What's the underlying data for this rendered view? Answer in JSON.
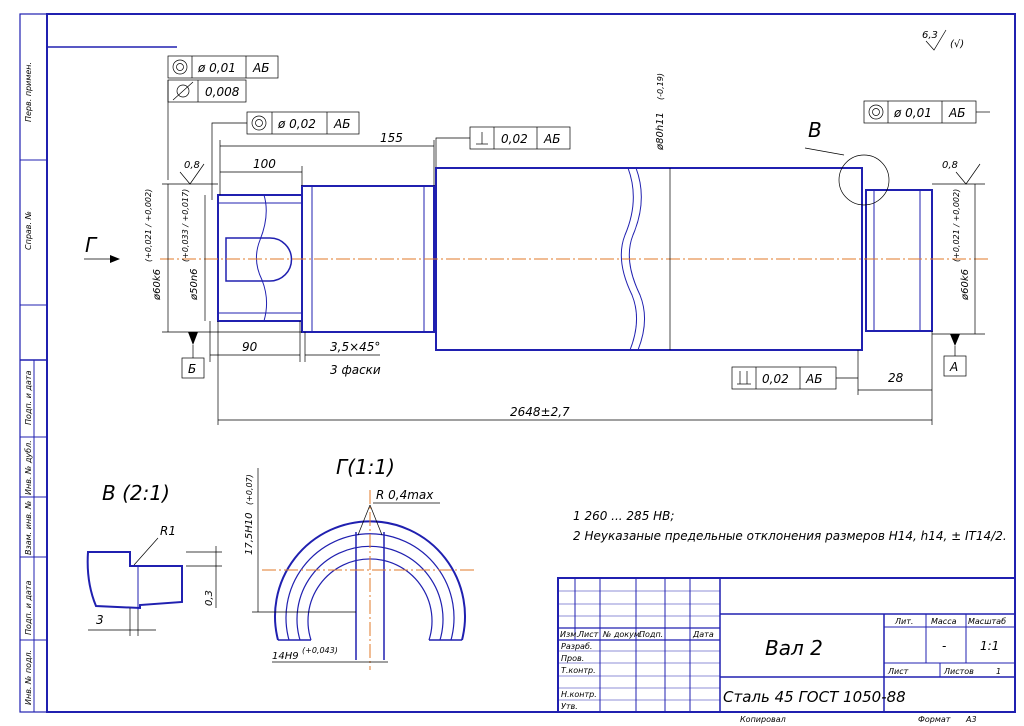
{
  "side_stamps": [
    "Перв. примен.",
    "Справ. №",
    "Подп. и дата",
    "Инв. № дубл.",
    "Взам. инв. №",
    "Подп. и дата",
    "Инв. № подл."
  ],
  "roughness": {
    "value": "6,3",
    "suffix": "(√)"
  },
  "tolerances": {
    "runout_left": {
      "value": "ø 0,01",
      "base": "АБ"
    },
    "cylindricity_left": {
      "value": "0,008"
    },
    "runout_mid": {
      "value": "ø 0,02",
      "base": "АБ"
    },
    "perp_top": {
      "value": "0,02",
      "base": "АБ"
    },
    "runout_right": {
      "value": "ø 0,01",
      "base": "АБ"
    },
    "parallel_bottom": {
      "value": "0,02",
      "base": "АБ"
    }
  },
  "dims": {
    "d155": "155",
    "d100": "100",
    "d90": "90",
    "chamfer": "3,5×45°",
    "chamfer_note": "3 фаски",
    "d28": "28",
    "overall": "2648±2,7",
    "dia_left": "ø60k6",
    "dia_left_tol": "(+0,021 / +0,002)",
    "dia_key": "ø50n6",
    "dia_key_tol": "(+0,033 / +0,017)",
    "dia_mid": "ø80h11",
    "dia_mid_tol": "(-0,19)",
    "dia_right": "ø60k6",
    "dia_right_tol": "(+0,021 / +0,002)",
    "rough_left": "0,8",
    "rough_right": "0,8"
  },
  "datums": {
    "left": "Б",
    "right": "А"
  },
  "views": {
    "arrow_g": "Г",
    "view_v_label": "В",
    "detail_v_title": "В (2:1)",
    "detail_v_r": "R1",
    "detail_v_3": "3",
    "detail_v_03": "0,3",
    "section_title": "Г(1:1)",
    "section_r": "R 0,4max",
    "section_h": "17,5H10",
    "section_h_tol": "(+0,07)",
    "section_w": "14H9",
    "section_w_tol": "(+0,043)"
  },
  "notes": [
    "1 260 ... 285 HB;",
    "2 Неуказаные предельные отклонения размеров H14, h14, ± IT14/2."
  ],
  "title_block": {
    "name": "Вал 2",
    "material": "Сталь 45 ГОСТ 1050-88",
    "lit": "Лит.",
    "massa": "Масса",
    "masshtab": "Масштаб",
    "massa_val": "-",
    "scale_val": "1:1",
    "list": "Лист",
    "listov": "Листов",
    "listov_val": "1",
    "cols": [
      "Изм.",
      "Лист",
      "№ докум.",
      "Подп.",
      "Дата"
    ],
    "rows": [
      "Разраб.",
      "Пров.",
      "Т.контр.",
      "Н.контр.",
      "Утв."
    ],
    "copied": "Копировал",
    "format": "Формат",
    "format_val": "А3"
  }
}
